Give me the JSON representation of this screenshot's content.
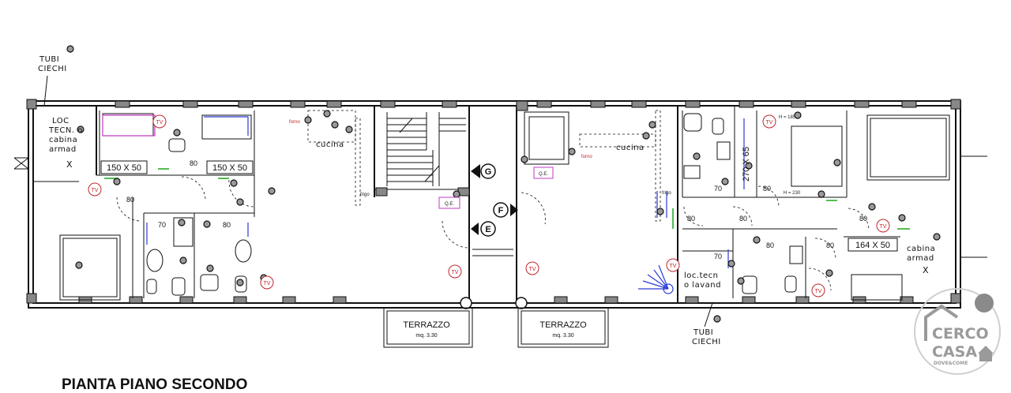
{
  "title": "PIANTA PIANO SECONDO",
  "labels": {
    "tubi_ciechi": "TUBI\nCIECHI",
    "loc_tecn_left": "LOC\nTECN. o\ncabina\narmad",
    "x_mark": "X",
    "cucina": "cucina",
    "cabina_armad": "cabina\narmad",
    "loc_tecn_lavand": "loc.tecn\no lavand",
    "forno": "forno",
    "frigo": "frigo",
    "qe": "Q.E.",
    "tv": "TV",
    "h185": "H = 185",
    "h230": "H = 230"
  },
  "dimensions": {
    "d150a": "150 X 50",
    "d150b": "150 X 50",
    "d164": "164 X 50",
    "d270": "270 X 65",
    "n80": "80",
    "n70": "70"
  },
  "stairs": {
    "g": "G",
    "f": "F",
    "e": "E"
  },
  "terraces": [
    {
      "name": "TERRAZZO",
      "area": "mq. 3.30"
    },
    {
      "name": "TERRAZZO",
      "area": "mq. 3.30"
    }
  ],
  "logo": {
    "line1": "CERCO",
    "line2": "CASA",
    "tagline": "DOVE&COME"
  },
  "colors": {
    "wall": "#111111",
    "electric_blue": "#2b3bd6",
    "electric_pink": "#c23bc2",
    "electric_green": "#1aa51a",
    "tv_red": "#c0262d",
    "logo_grey": "#8a8a8a"
  }
}
